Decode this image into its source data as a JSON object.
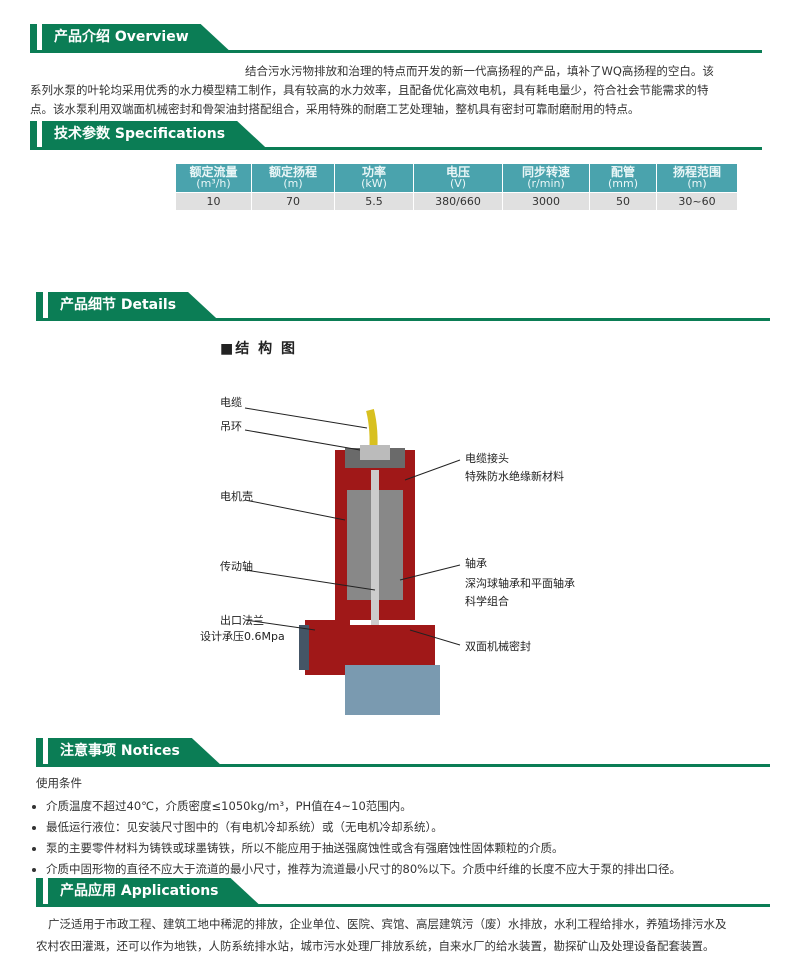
{
  "sections": {
    "overview": "产品介绍 Overview",
    "specs": "技术参数 Specifications",
    "details": "产品细节 Details",
    "notices": "注意事项 Notices",
    "applications": "产品应用 Applications"
  },
  "overview": {
    "line1": "结合污水污物排放和治理的特点而开发的新一代高扬程的产品，填补了WQ高扬程的空白。该",
    "line2": "系列水泵的叶轮均采用优秀的水力模型精工制作，具有较高的水力效率，且配备优化高效电机，具有耗电量少，符合社会节能需求的特",
    "line3": "点。该水泵利用双端面机械密封和骨架油封搭配组合，采用特殊的耐磨工艺处理轴，整机具有密封可靠耐磨耐用的特点。"
  },
  "specs": {
    "headers": [
      [
        "额定流量",
        "(m³/h)"
      ],
      [
        "额定扬程",
        "(m)"
      ],
      [
        "功率",
        "(kW)"
      ],
      [
        "电压",
        "(V)"
      ],
      [
        "同步转速",
        "(r/min)"
      ],
      [
        "配管",
        "(mm)"
      ],
      [
        "扬程范围",
        "(m)"
      ]
    ],
    "values": [
      "10",
      "70",
      "5.5",
      "380/660",
      "3000",
      "50",
      "30~60"
    ]
  },
  "diagram": {
    "title": "■结 构 图",
    "labels": {
      "cable": "电缆",
      "ring": "吊环",
      "housing": "电机壳",
      "shaft": "传动轴",
      "flange": "出口法兰",
      "pressure": "设计承压0.6Mpa",
      "joint": "电缆接头",
      "joint_desc": "特殊防水绝缘新材料",
      "bearing": "轴承",
      "bearing_desc1": "深沟球轴承和平面轴承",
      "bearing_desc2": "科学组合",
      "seal": "双面机械密封"
    }
  },
  "notices": {
    "intro": "使用条件",
    "items": [
      "介质温度不超过40℃，介质密度≤1050kg/m³，PH值在4~10范围内。",
      "最低运行液位：见安装尺寸图中的（有电机冷却系统）或（无电机冷却系统）。",
      "泵的主要零件材料为铸铁或球墨铸铁，所以不能应用于抽送强腐蚀性或含有强磨蚀性固体颗粒的介质。",
      "介质中固形物的直径不应大于流道的最小尺寸，推荐为流道最小尺寸的80%以下。介质中纤维的长度不应大于泵的排出口径。"
    ]
  },
  "applications": {
    "line1": "广泛适用于市政工程、建筑工地中稀泥的排放，企业单位、医院、宾馆、高层建筑污（废）水排放，水利工程给排水，养殖场排污水及",
    "line2": "农村农田灌溉，还可以作为地铁，人防系统排水站，城市污水处理厂排放系统，自来水厂的给水装置，勘探矿山及处理设备配套装置。"
  }
}
